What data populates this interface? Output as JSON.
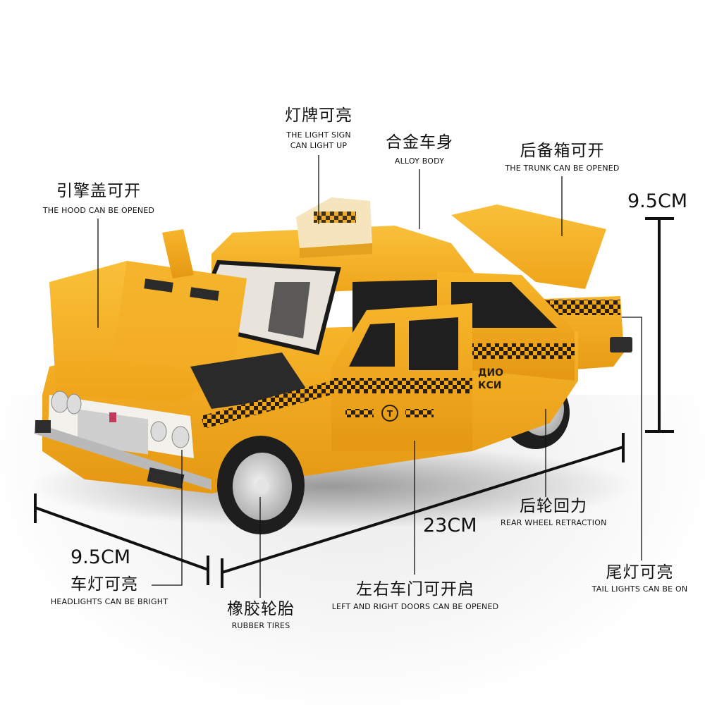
{
  "product": {
    "subject": "Yellow diecast taxi sedan model with opening hood, doors and trunk",
    "colors": {
      "body": "#F2A51A",
      "body_shadow": "#D88C10",
      "checker": "#2A1E10",
      "chrome": "#C9C9C9",
      "tire": "#1E1E1E",
      "line": "#111111",
      "background": "#FFFFFF"
    },
    "door_text": [
      "ДИО",
      "КСИ"
    ],
    "door_emblem": "T"
  },
  "callouts": {
    "light_sign": {
      "cn": "灯牌可亮",
      "en_line1": "THE LIGHT SIGN",
      "en_line2": "CAN LIGHT UP"
    },
    "alloy_body": {
      "cn": "合金车身",
      "en": "ALLOY BODY"
    },
    "trunk": {
      "cn": "后备箱可开",
      "en": "THE TRUNK CAN BE OPENED"
    },
    "hood": {
      "cn": "引擎盖可开",
      "en": "THE HOOD CAN BE OPENED"
    },
    "rear_wheel": {
      "cn": "后轮回力",
      "en": "REAR WHEEL RETRACTION"
    },
    "headlights": {
      "cn": "车灯可亮",
      "en": "HEADLIGHTS CAN BE BRIGHT"
    },
    "tires": {
      "cn": "橡胶轮胎",
      "en": "RUBBER TIRES"
    },
    "doors": {
      "cn": "左右车门可开启",
      "en": "LEFT AND RIGHT DOORS CAN BE OPENED"
    },
    "tail_lights": {
      "cn": "尾灯可亮",
      "en": "TAIL LIGHTS CAN BE ON"
    }
  },
  "dimensions": {
    "height": "9.5CM",
    "width": "9.5CM",
    "length": "23CM"
  }
}
